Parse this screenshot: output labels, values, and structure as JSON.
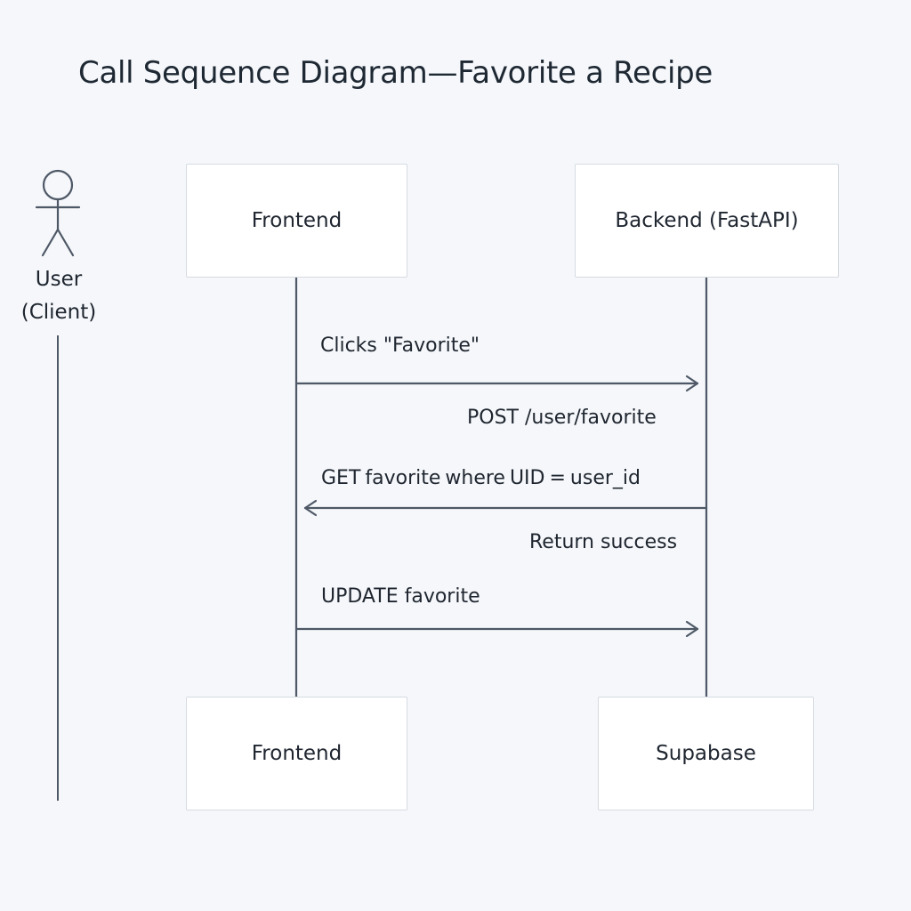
{
  "title": "Call Sequence Diagram—Favorite a Recipe",
  "actor": {
    "line1": "User",
    "line2": "(Client)"
  },
  "participants": {
    "frontend_top": "Frontend",
    "backend_top": "Backend (FastAPI)",
    "frontend_bottom": "Frontend",
    "supabase_bottom": "Supabase"
  },
  "messages": {
    "m1": "Clicks \"Favorite\"",
    "m2": "POST /user/favorite",
    "m3": "GET  favorite where UID = user_id",
    "m4": "Return success",
    "m5": "UPDATE favorite"
  },
  "colors": {
    "line": "#4e5866",
    "box_border": "#d6dbe2",
    "background": "#f5f7fa"
  }
}
